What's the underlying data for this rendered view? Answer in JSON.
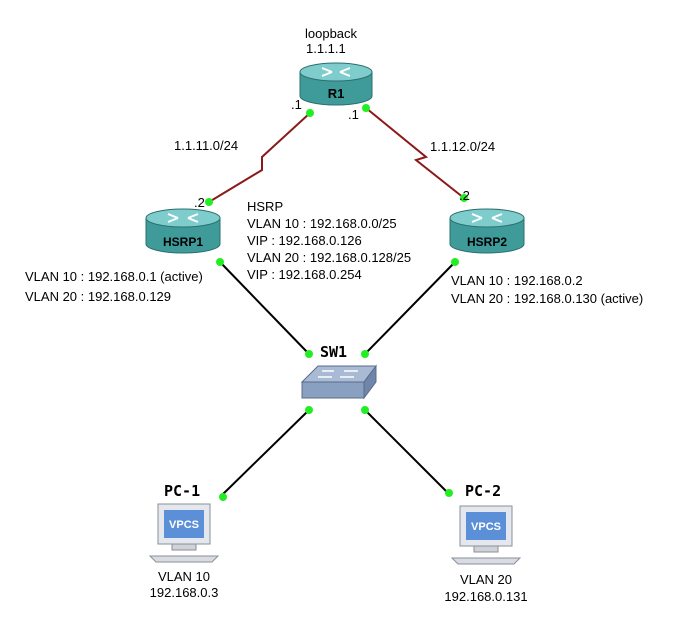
{
  "colors": {
    "wan_link": "#8b1a1a",
    "lan_link": "#000000",
    "port_dot": "#22ee22",
    "router_body": "#3f9a9a",
    "router_top": "#7fcccc",
    "switch_body": "#8aa0c0",
    "pc_screen": "#5b8fd8"
  },
  "nodes": {
    "r1": {
      "name": "R1",
      "loopback_label": "loopback",
      "loopback_ip": "1.1.1.1",
      "port_left": ".1",
      "port_right": ".1"
    },
    "hsrp1": {
      "name": "HSRP1",
      "port": ".2",
      "vlan10": "VLAN 10 : 192.168.0.1 (active)",
      "vlan20": "VLAN 20 : 192.168.0.129"
    },
    "hsrp2": {
      "name": "HSRP2",
      "port": ".2",
      "vlan10": "VLAN 10 : 192.168.0.2",
      "vlan20": "VLAN 20 : 192.168.0.130 (active)"
    },
    "sw1": {
      "name": "SW1"
    },
    "pc1": {
      "name": "PC-1",
      "screen_label": "VPCS",
      "vlan": "VLAN 10",
      "ip": "192.168.0.3"
    },
    "pc2": {
      "name": "PC-2",
      "screen_label": "VPCS",
      "vlan": "VLAN 20",
      "ip": "192.168.0.131"
    }
  },
  "links": {
    "r1_hsrp1": "1.1.11.0/24",
    "r1_hsrp2": "1.1.12.0/24"
  },
  "hsrp_info": {
    "title": "HSRP",
    "line1": "VLAN 10 : 192.168.0.0/25",
    "line2": "VIP : 192.168.0.126",
    "line3": "VLAN 20 : 192.168.0.128/25",
    "line4": "VIP : 192.168.0.254"
  }
}
